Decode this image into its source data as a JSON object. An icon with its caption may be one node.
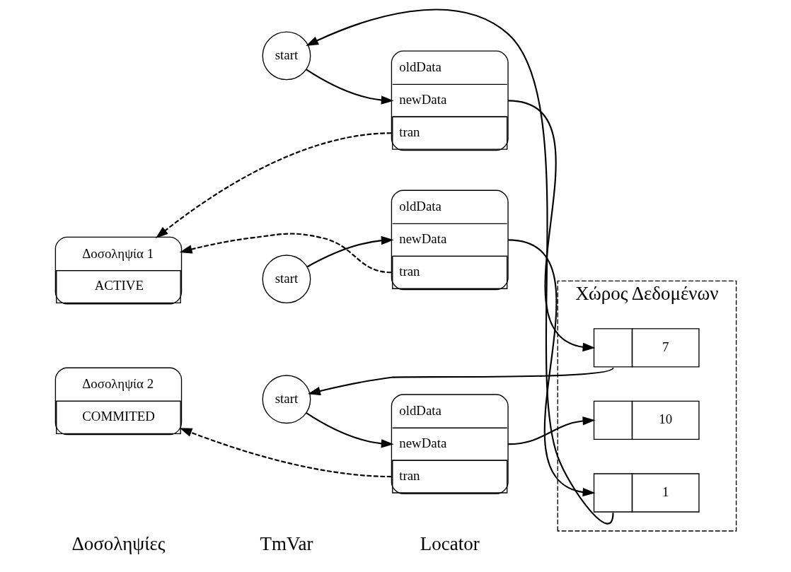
{
  "diagram": {
    "nodes": [
      {
        "text": [
          "Χώρος Δεδομένων"
        ]
      },
      {
        "text": [
          "oldData",
          "newData",
          "tran"
        ]
      },
      {
        "text": [
          "start"
        ]
      },
      {
        "text": [
          "1"
        ],
        "in": 0
      },
      {
        "text": [
          "Δοσοληψία 1",
          "ACTIVE"
        ]
      },
      {
        "text": [
          "oldData",
          "newData",
          "tran"
        ]
      },
      {
        "text": [
          "start"
        ]
      },
      {
        "text": [
          "7"
        ],
        "in": 0
      },
      {
        "text": [
          "oldData",
          "newData",
          "tran"
        ]
      },
      {
        "text": [
          "Δοσοληψία 2",
          "COMMITED"
        ]
      },
      {
        "text": [
          "start"
        ]
      },
      {
        "text": [
          "10"
        ],
        "in": 0
      }
    ],
    "edges": [
      {
        "from": 2,
        "to": 1,
        "arrow": "to"
      },
      {
        "from": 1,
        "to": 3,
        "arrow": "to"
      },
      {
        "from": 1,
        "to": 4,
        "arrow": "to",
        "style": "dashed"
      },
      {
        "from": 3,
        "to": 6,
        "arrow": "to"
      },
      {
        "from": 6,
        "to": 5,
        "arrow": "to"
      },
      {
        "from": 5,
        "to": 7,
        "arrow": "to"
      },
      {
        "from": 5,
        "to": 4,
        "arrow": "to",
        "style": "dashed"
      },
      {
        "from": 7,
        "to": 10,
        "arrow": "to"
      },
      {
        "from": 10,
        "to": 8,
        "arrow": "to"
      },
      {
        "from": 8,
        "to": 11,
        "arrow": "to"
      },
      {
        "from": 8,
        "to": 9,
        "arrow": "to",
        "style": "dashed"
      }
    ],
    "labels": [
      "Δοσοληψίες",
      "TmVar",
      "Locator"
    ]
  }
}
